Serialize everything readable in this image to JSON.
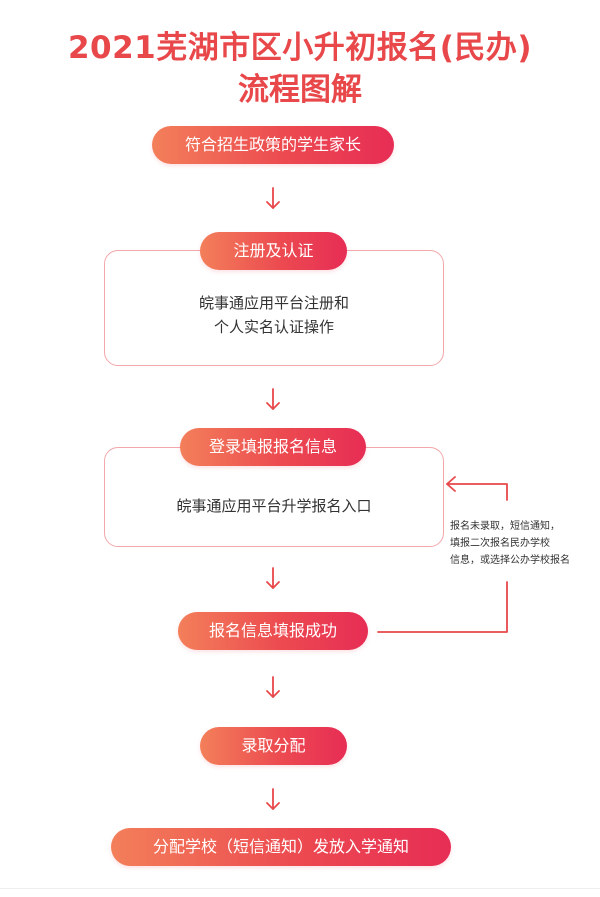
{
  "title": {
    "line1": "2021芜湖市区小升初报名(民办)",
    "line2": "流程图解"
  },
  "steps": [
    {
      "label": "符合招生政策的学生家长"
    },
    {
      "label": "注册及认证",
      "card": [
        "皖事通应用平台注册和",
        "个人实名认证操作"
      ]
    },
    {
      "label": "登录填报报名信息",
      "card": [
        "皖事通应用平台升学报名入口"
      ]
    },
    {
      "label": "报名信息填报成功"
    },
    {
      "label": "录取分配"
    },
    {
      "label": "分配学校（短信通知）发放入学通知"
    }
  ],
  "loop_note": [
    "报名未录取，短信通知，",
    "填报二次报名民办学校",
    "信息，或选择公办学校报名"
  ],
  "colors": {
    "title": "#e8484a",
    "pill_start": "#f37f5a",
    "pill_end": "#e72d55",
    "card_border": "#f2a7ab",
    "arrow": "#e8484a"
  }
}
